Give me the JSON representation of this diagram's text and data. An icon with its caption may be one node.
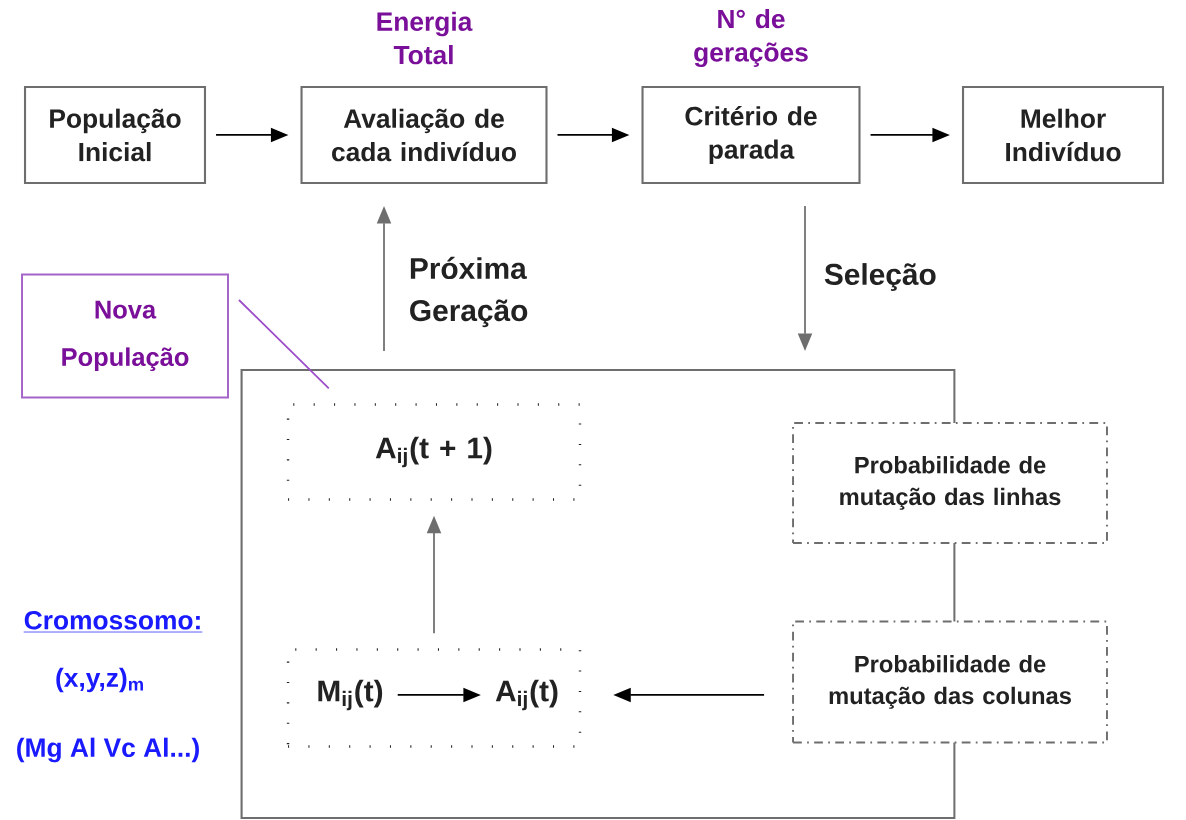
{
  "diagram": {
    "nodes": [
      {
        "text": [
          "População Inicial"
        ]
      },
      {
        "text": [
          "Avaliação de cada indivíduo"
        ],
        "beside": [
          "Energia Total"
        ]
      },
      {
        "text": [
          "Critério de parada"
        ],
        "beside": [
          "N° de gerações"
        ]
      },
      {
        "text": [
          "Melhor Indivíduo"
        ]
      },
      {
        "text": [],
        "shape": "box"
      },
      {
        "text": [
          "Nova População"
        ]
      },
      {
        "text": [
          "A$_{ij}$(t + 1)"
        ],
        "in": 4
      },
      {
        "text": [],
        "shape": "box",
        "in": 4
      },
      {
        "text": [
          "M$_{ij}$(t)"
        ],
        "in": 7
      },
      {
        "text": [
          "A$_{ij}$(t)"
        ],
        "in": 7
      },
      {
        "text": [
          "Probabilidade de mutação das linhas"
        ]
      },
      {
        "text": [
          "Probabilidade de mutação das colunas"
        ]
      }
    ],
    "edges": [
      {
        "from": 0,
        "to": 1,
        "arrow": "to"
      },
      {
        "from": 1,
        "to": 2,
        "arrow": "to"
      },
      {
        "from": 2,
        "to": 3,
        "arrow": "to"
      },
      {
        "from": 2,
        "to": 4,
        "arrow": "to",
        "label": "Seleção",
        "color": "#6e6e6e"
      },
      {
        "from": 4,
        "to": 1,
        "arrow": "to",
        "label": "Próxima Geração",
        "color": "#6e6e6e"
      },
      {
        "from": 5,
        "to": 6,
        "arrow": "none",
        "color": "#9b4dca"
      },
      {
        "from": 8,
        "to": 9,
        "arrow": "to"
      },
      {
        "from": 7,
        "to": 6,
        "arrow": "to",
        "color": "#6e6e6e"
      },
      {
        "from": 11,
        "to": 7,
        "arrow": "to"
      }
    ],
    "labels": [
      "Cromossomo:",
      "(x,y,z)$_{m}$",
      "(Mg Al Vc Al...)"
    ]
  }
}
